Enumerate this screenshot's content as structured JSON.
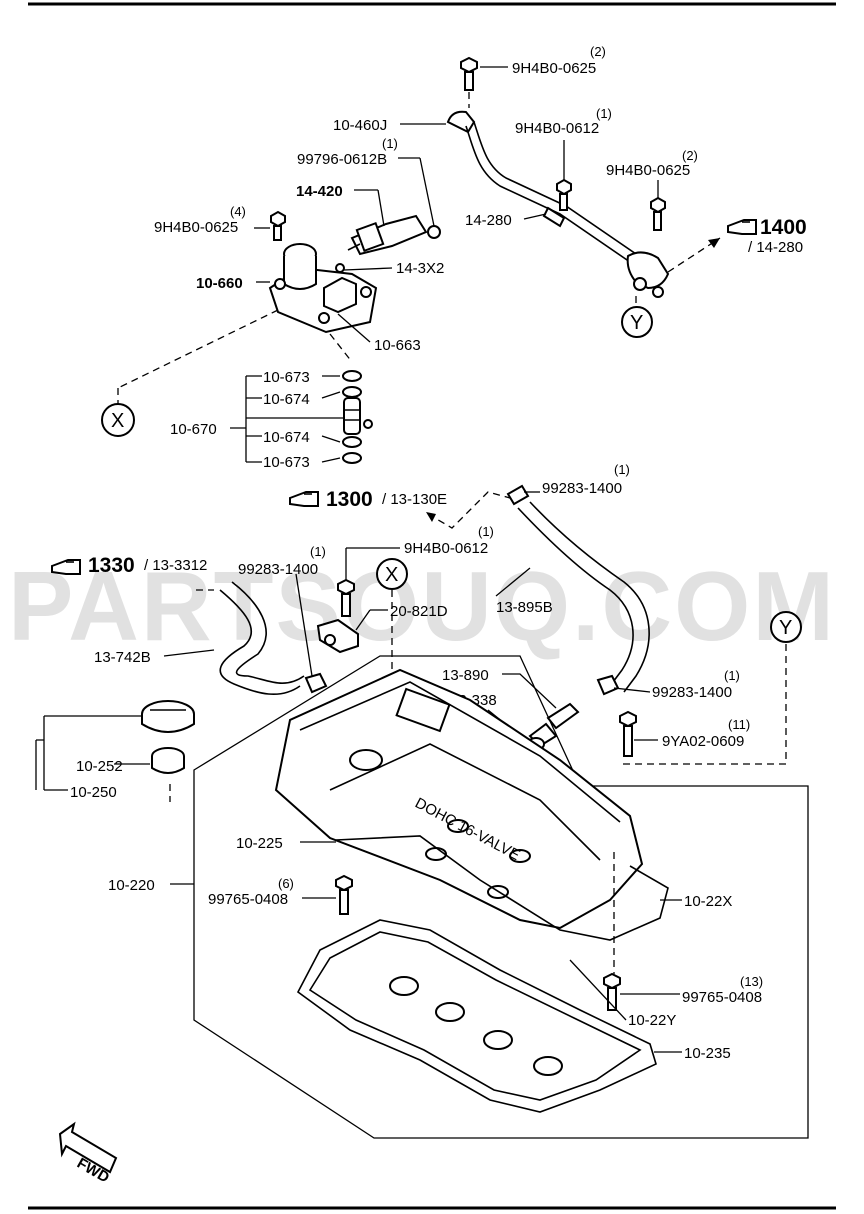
{
  "watermark": "PARTSOUQ.COM",
  "callouts": {
    "x": "X",
    "y": "Y"
  },
  "references": [
    {
      "icon": "pointing-hand-icon",
      "number": "1400",
      "sub": "/ 14-280"
    },
    {
      "icon": "pointing-hand-icon",
      "number": "1300",
      "sub": "/ 13-130E"
    },
    {
      "icon": "pointing-hand-icon",
      "number": "1330",
      "sub": "/ 13-3312"
    }
  ],
  "labels": {
    "p_9h4b0_0625_a": "9H4B0-0625",
    "q_9h4b0_0625_a": "(2)",
    "p_10_460j": "10-460J",
    "p_9h4b0_0612_a": "9H4B0-0612",
    "q_9h4b0_0612_a": "(1)",
    "p_99796_0612b": "99796-0612B",
    "q_99796_0612b": "(1)",
    "p_9h4b0_0625_b": "9H4B0-0625",
    "q_9h4b0_0625_b": "(2)",
    "p_14_420": "14-420",
    "p_9h4b0_0625_c": "9H4B0-0625",
    "q_9h4b0_0625_c": "(4)",
    "p_14_280": "14-280",
    "p_14_3x2": "14-3X2",
    "p_10_660": "10-660",
    "p_10_663": "10-663",
    "p_10_673_a": "10-673",
    "p_10_674_a": "10-674",
    "p_10_670": "10-670",
    "p_10_674_b": "10-674",
    "p_10_673_b": "10-673",
    "p_99283_1400_a": "99283-1400",
    "q_99283_1400_a": "(1)",
    "p_9h4b0_0612_b": "9H4B0-0612",
    "q_9h4b0_0612_b": "(1)",
    "p_99283_1400_b": "99283-1400",
    "q_99283_1400_b": "(1)",
    "p_20_821d": "20-821D",
    "p_13_895b": "13-895B",
    "p_13_742b": "13-742B",
    "p_13_890": "13-890",
    "p_13_338": "13-338",
    "p_99283_1400_c": "99283-1400",
    "q_99283_1400_c": "(1)",
    "p_9ya02_0609": "9YA02-0609",
    "q_9ya02_0609": "(11)",
    "p_10_252": "10-252",
    "p_10_250": "10-250",
    "p_10_225": "10-225",
    "p_10_220": "10-220",
    "p_99765_0408_a": "99765-0408",
    "q_99765_0408_a": "(6)",
    "p_10_22x": "10-22X",
    "p_99765_0408_b": "99765-0408",
    "q_99765_0408_b": "(13)",
    "p_10_22y": "10-22Y",
    "p_10_235": "10-235"
  },
  "cover_text": "DOHC 16-VALVE",
  "fwd": "FWD"
}
